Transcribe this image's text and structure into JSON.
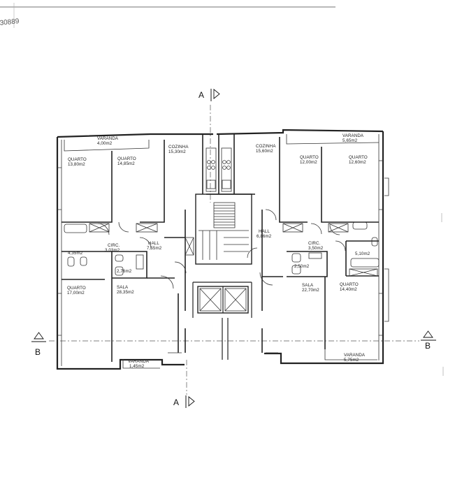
{
  "document": {
    "number": "30889"
  },
  "sections": {
    "a_top": "A",
    "a_bottom": "A",
    "b_left": "B",
    "b_right": "B"
  },
  "rooms": {
    "varanda_top_left": {
      "name": "VARANDA",
      "area": "4,00m2"
    },
    "quarto_1": {
      "name": "QUARTO",
      "area": "13,80m2"
    },
    "quarto_2": {
      "name": "QUARTO",
      "area": "14,85m2"
    },
    "cozinha_left": {
      "name": "COZINHA",
      "area": "15,30m2"
    },
    "cozinha_right": {
      "name": "COZINHA",
      "area": "15,60m2"
    },
    "quarto_3": {
      "name": "QUARTO",
      "area": "12,00m2"
    },
    "varanda_top_right": {
      "name": "VARANDA",
      "area": "5,65m2"
    },
    "quarto_4": {
      "name": "QUARTO",
      "area": "12,60m2"
    },
    "circ_left": {
      "name": "CIRC.",
      "area": "3,03m2"
    },
    "hall_left": {
      "name": "HALL",
      "area": "7,55m2"
    },
    "hall_right": {
      "name": "HALL",
      "area": "6,86m2"
    },
    "circ_right": {
      "name": "CIRC.",
      "area": "3,50m2"
    },
    "wc_left": {
      "area": "4,35m2"
    },
    "wc_left_small": {
      "area": "2,76m2"
    },
    "wc_right_small": {
      "area": "2,50m2"
    },
    "wc_right": {
      "area": "5,10m2"
    },
    "quarto_5": {
      "name": "QUARTO",
      "area": "17,00m2"
    },
    "sala_left": {
      "name": "SALA",
      "area": "28,35m2"
    },
    "sala_right": {
      "name": "SALA",
      "area": "22,70m2"
    },
    "quarto_6": {
      "name": "QUARTO",
      "area": "14,40m2"
    },
    "varanda_bottom_left": {
      "name": "VARANDA",
      "area": "1,45m2"
    },
    "varanda_bottom_right": {
      "name": "VARANDA",
      "area": "5,75m2"
    }
  }
}
